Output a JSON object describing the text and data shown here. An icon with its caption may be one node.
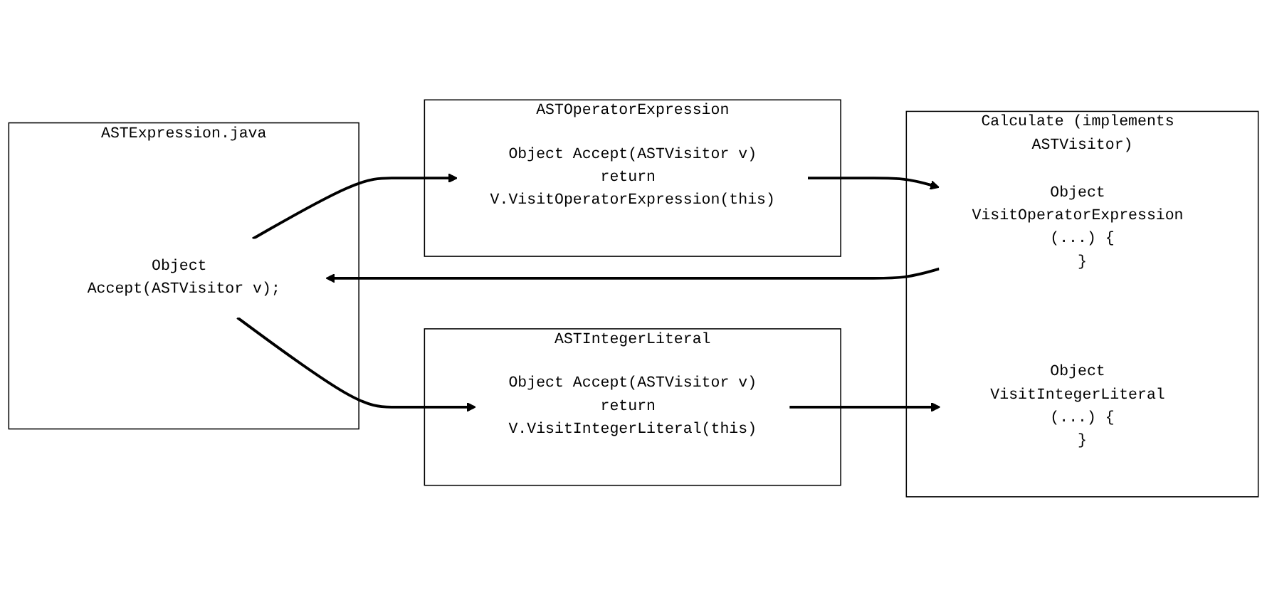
{
  "diagram": {
    "nodes": [
      {
        "text": [
          "ASTExpression.java"
        ]
      },
      {
        "text": [
          "Object Accept(ASTVisitor v);"
        ],
        "in": 0
      },
      {
        "text": [
          "ASTOperatorExpression"
        ]
      },
      {
        "text": [
          "Object Accept(ASTVisitor v)",
          "return V.VisitOperatorExpression(this)"
        ],
        "in": 2
      },
      {
        "text": [
          "ASTIntegerLiteral"
        ]
      },
      {
        "text": [
          "Object Accept(ASTVisitor v)",
          "return V.VisitIntegerLiteral(this)"
        ],
        "in": 4
      },
      {
        "text": [
          "Calculate (implements ASTVisitor)"
        ]
      },
      {
        "text": [
          "Object VisitOperatorExpression (...) {",
          "}"
        ],
        "in": 6
      },
      {
        "text": [
          "Object VisitIntegerLiteral (...) {",
          "}"
        ],
        "in": 6
      }
    ],
    "edges": [
      {
        "from": 1,
        "to": 3,
        "arrow": "to"
      },
      {
        "from": 1,
        "to": 5,
        "arrow": "to"
      },
      {
        "from": 3,
        "to": 7,
        "arrow": "to"
      },
      {
        "from": 7,
        "to": 1,
        "arrow": "to"
      },
      {
        "from": 5,
        "to": 8,
        "arrow": "to"
      }
    ]
  }
}
